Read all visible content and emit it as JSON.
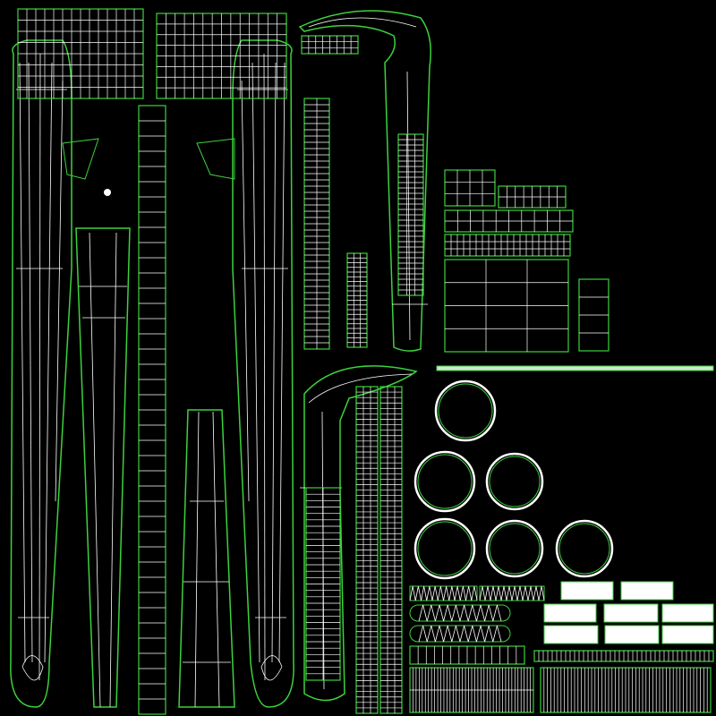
{
  "colors": {
    "background": "#000000",
    "wire": "#ffffff",
    "island_border": "#3cd23c"
  },
  "view": {
    "kind": "uv-wireframe-layout",
    "islands": [
      "left-pipe-handle",
      "right-pipe-handle",
      "thin-strip-left",
      "thin-strip-center",
      "left-jaw-top",
      "left-jaw-strip",
      "small-strip",
      "small-grid-top",
      "right-jaw-top",
      "right-jaw-strip",
      "right-knurl-strips",
      "nut-block",
      "long-bar",
      "rings",
      "spring-strips",
      "small-plates",
      "bottom-strips"
    ]
  }
}
